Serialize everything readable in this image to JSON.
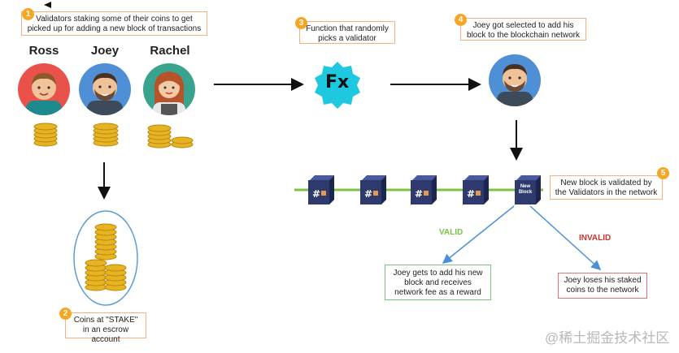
{
  "steps": [
    {
      "num": "1",
      "text": "Validators staking some of their coins to get picked up for adding a new block of transactions"
    },
    {
      "num": "2",
      "text": "Coins at \"STAKE\" in an escrow account"
    },
    {
      "num": "3",
      "text": "Function that randomly picks a validator"
    },
    {
      "num": "4",
      "text": "Joey got selected to add his block to the blockchain network"
    },
    {
      "num": "5",
      "text": "New block is validated by the Validators in the network"
    }
  ],
  "validators": [
    "Ross",
    "Joey",
    "Rachel"
  ],
  "function_symbol": "Fx",
  "new_block_label": "New Block",
  "outcomes": {
    "valid_label": "VALID",
    "valid_text": "Joey gets to add his new block and receives network fee as a reward",
    "invalid_label": "INVALID",
    "invalid_text": "Joey loses his staked coins to the network"
  },
  "colors": {
    "callout_border": "#f4b183",
    "badge": "#f5a623",
    "chain_line": "#7cc242",
    "block": "#2e3a6e",
    "fx_badge": "#1ec8e0",
    "valid": "#7cc242",
    "invalid": "#d0312d"
  },
  "watermark": "@稀土掘金技术社区"
}
